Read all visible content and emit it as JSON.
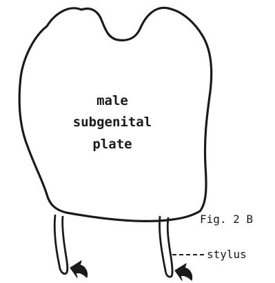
{
  "plate": {
    "label_line1": "male",
    "label_line2": "subgenital",
    "label_line3": "plate"
  },
  "figure_label": "Fig. 2 B",
  "stylus_label": "stylus",
  "colors": {
    "ink": "#1a1a1a",
    "background": "#ffffff"
  }
}
